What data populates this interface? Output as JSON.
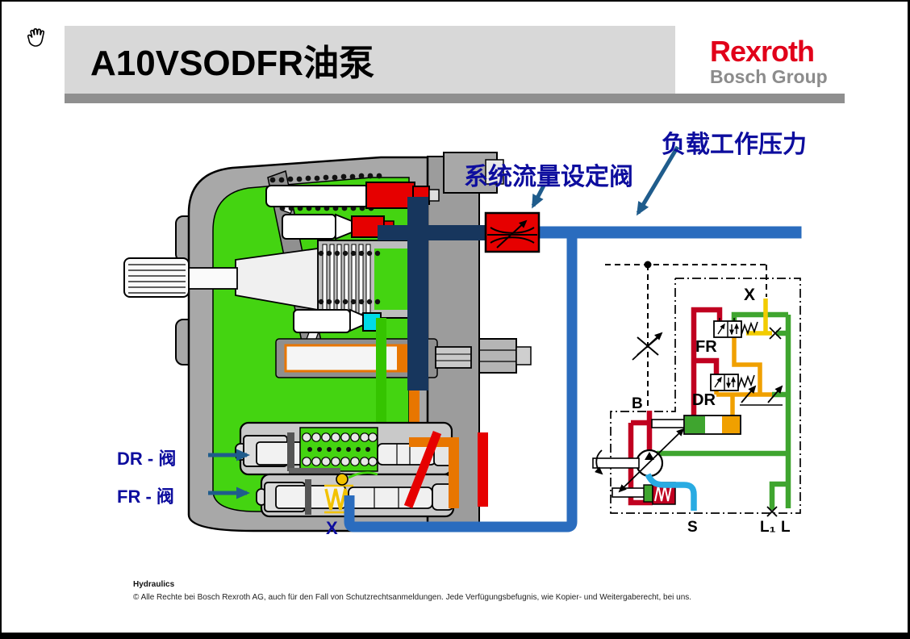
{
  "header": {
    "title": "A10VSODFR油泵",
    "logo_brand": "Rexroth",
    "logo_group": "Bosch Group"
  },
  "annotations": {
    "flow_valve": "系统流量设定阀",
    "load_pressure": "负载工作压力",
    "dr_valve": "DR - 阀",
    "fr_valve": "FR - 阀",
    "x_port": "X"
  },
  "schematic": {
    "ports": {
      "x": "X",
      "b": "B",
      "s": "S",
      "l1": "L₁",
      "l": "L"
    },
    "valves": {
      "fr": "FR",
      "dr": "DR"
    }
  },
  "footer": {
    "division": "Hydraulics",
    "copyright": "© Alle Rechte bei Bosch Rexroth AG, auch für den Fall von Schutzrechtsanmeldungen. Jede Verfügungsbefugnis, wie Kopier- und Weitergaberecht, bei uns."
  },
  "icons": {
    "cursor": "grab-hand-cursor"
  },
  "colors": {
    "rexroth_red": "#e1001a",
    "bosch_gray": "#8c8c8c",
    "title_bg": "#d8d8d8",
    "divider_gray": "#8f8f8f",
    "label_blue": "#0d0d9e",
    "arrow_blue": "#1f5c8c",
    "pressure_line_blue": "#2a6cbe",
    "outlet_navy": "#17365d",
    "flow_valve_red": "#e60000",
    "case_green": "#44d411",
    "schematic_red": "#c00020",
    "schematic_green": "#3fa52f",
    "schematic_orange": "#f0a000",
    "schematic_yellow": "#f2cc00",
    "suction_blue": "#29abe2"
  }
}
